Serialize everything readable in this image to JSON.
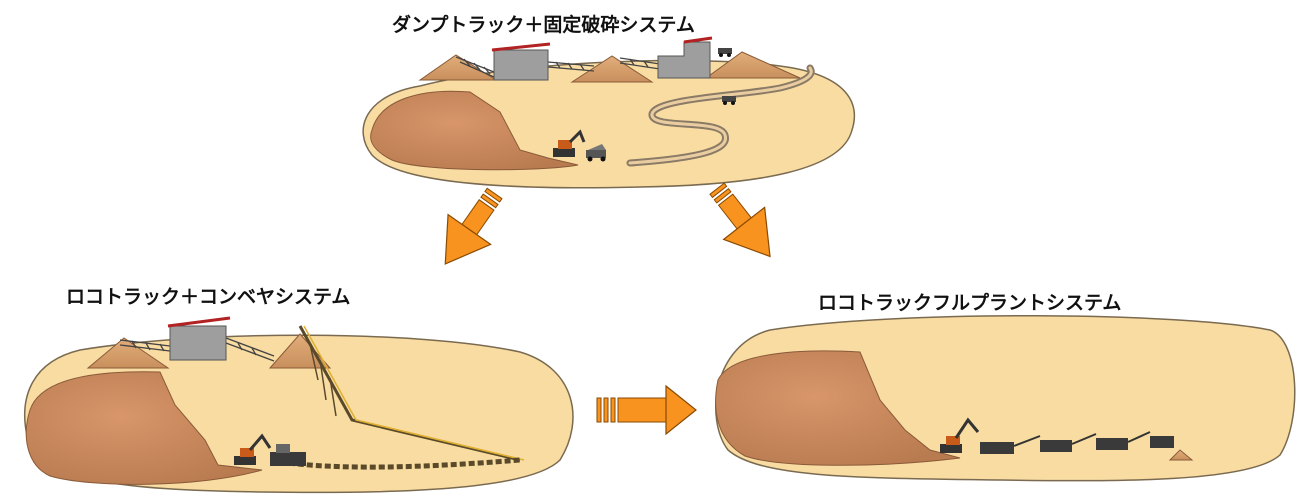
{
  "scenes": {
    "top": {
      "title": "ダンプトラック＋固定破砕システム"
    },
    "left": {
      "title": "ロコトラック＋コンベヤシステム"
    },
    "right": {
      "title": "ロコトラックフルプラントシステム"
    }
  },
  "colors": {
    "ground": "#f8dca2",
    "ground_edge": "#7a6a50",
    "pit": "#c9875a",
    "stockpile": "#d9a06c",
    "arrow_fill": "#f7931e",
    "arrow_edge": "#8a4a00",
    "building": "#9e9e9e",
    "roof": "#b22222"
  },
  "icons": [
    "arrow-down-left-icon",
    "arrow-down-right-icon",
    "arrow-right-icon",
    "excavator-icon",
    "dump-truck-icon",
    "crusher-icon",
    "conveyor-icon"
  ]
}
